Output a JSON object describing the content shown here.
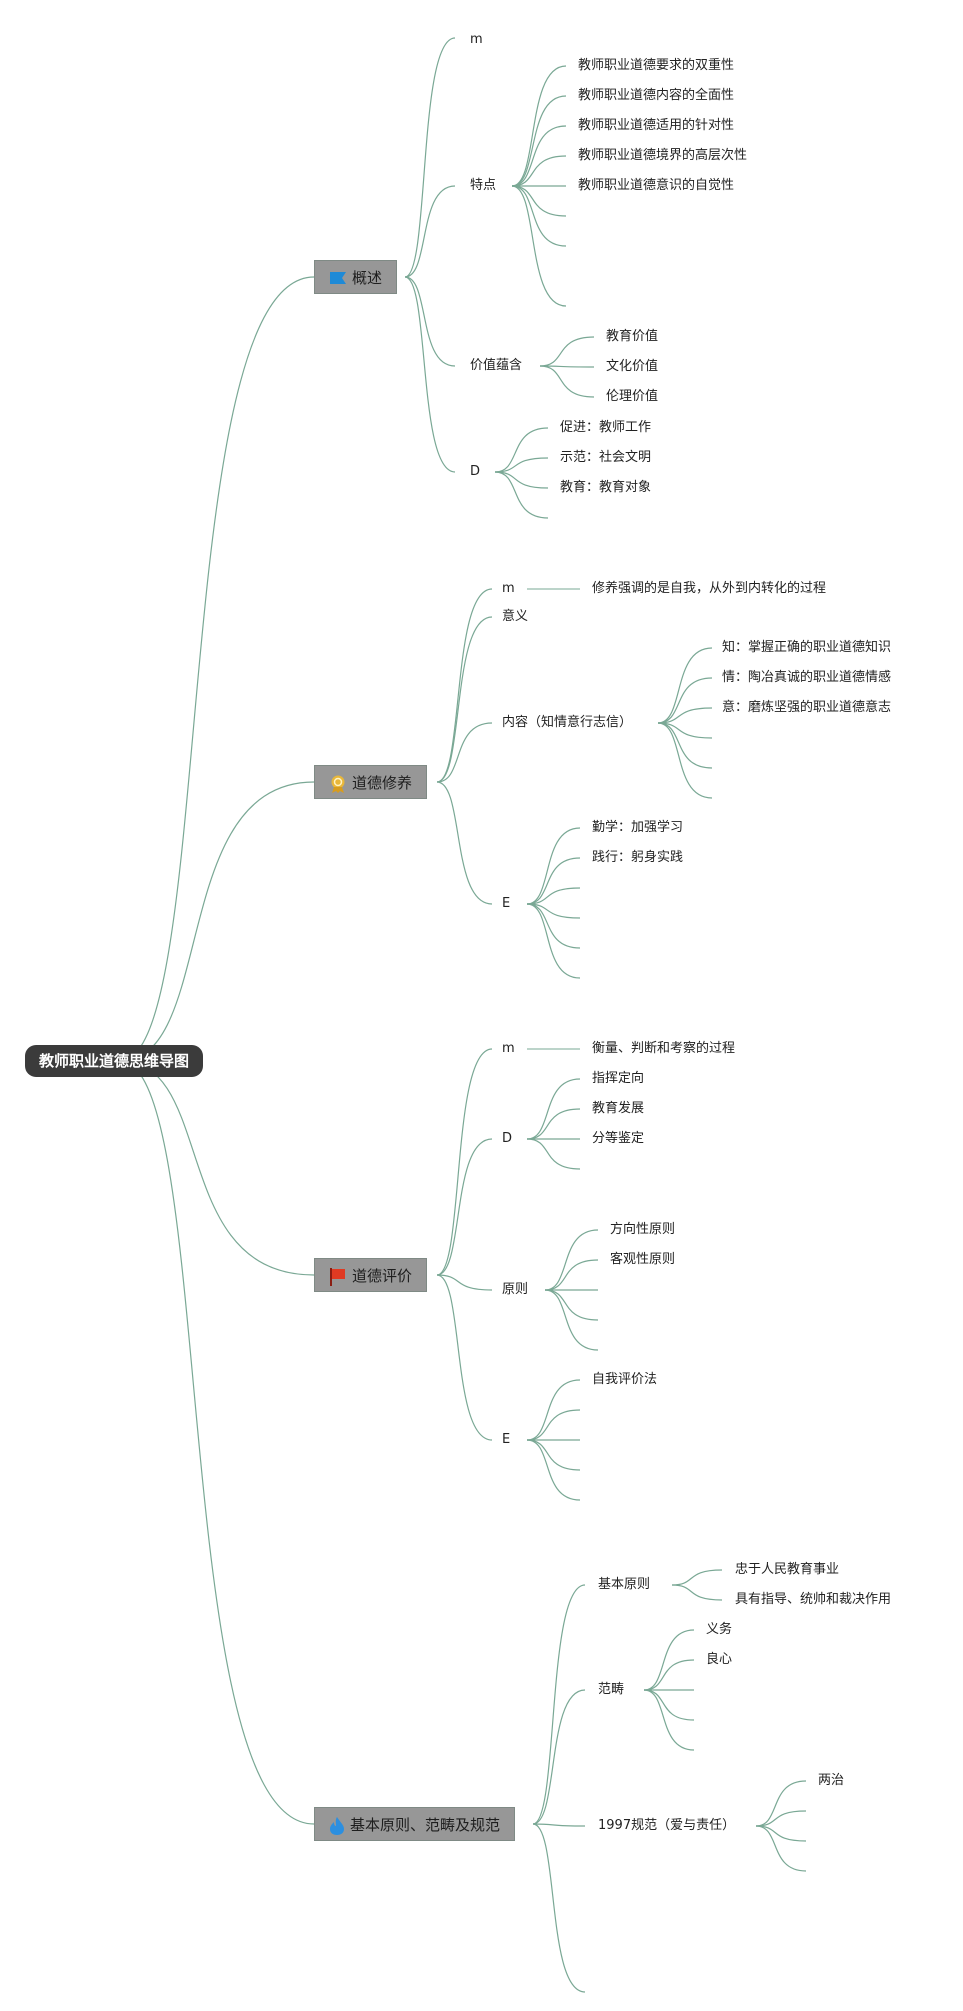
{
  "root": {
    "label": "教师职业道德思维导图"
  },
  "colors": {
    "link": "#7aa895",
    "root_bg": "#3b3b3b",
    "node_bg": "#979797"
  },
  "branches": [
    {
      "label": "概述",
      "icon": "blue-flag-icon",
      "children": [
        {
          "label": "m",
          "children": []
        },
        {
          "label": "特点",
          "children": [
            "教师职业道德要求的双重性",
            "教师职业道德内容的全面性",
            "教师职业道德适用的针对性",
            "教师职业道德境界的高层次性",
            "教师职业道德意识的自觉性",
            "",
            "",
            ""
          ]
        },
        {
          "label": "价值蕴含",
          "children": [
            "教育价值",
            "文化价值",
            "伦理价值"
          ]
        },
        {
          "label": "D",
          "children": [
            "促进：教师工作",
            "示范：社会文明",
            "教育：教育对象",
            ""
          ]
        }
      ]
    },
    {
      "label": "道德修养",
      "icon": "medal-icon",
      "children": [
        {
          "label": "m",
          "children": [
            "修养强调的是自我，从外到内转化的过程"
          ]
        },
        {
          "label": "意义",
          "children": []
        },
        {
          "label": "内容（知情意行志信）",
          "children": [
            "知：掌握正确的职业道德知识",
            "情：陶冶真诚的职业道德情感",
            "意：磨炼坚强的职业道德意志",
            "",
            "",
            ""
          ]
        },
        {
          "label": "E",
          "children": [
            "勤学：加强学习",
            "践行：躬身实践",
            "",
            "",
            ""
          ]
        }
      ]
    },
    {
      "label": "道德评价",
      "icon": "red-flag-icon",
      "children": [
        {
          "label": "m",
          "children": [
            "衡量、判断和考察的过程"
          ]
        },
        {
          "label": "D",
          "children": [
            "指挥定向",
            "教育发展",
            "分等鉴定",
            ""
          ]
        },
        {
          "label": "原则",
          "children": [
            "方向性原则",
            "客观性原则",
            "",
            ""
          ]
        },
        {
          "label": "E",
          "children": [
            "自我评价法",
            "",
            "",
            ""
          ]
        }
      ]
    },
    {
      "label": "基本原则、范畴及规范",
      "icon": "flame-icon",
      "children": [
        {
          "label": "基本原则",
          "children": [
            "忠于人民教育事业",
            "具有指导、统帅和裁决作用"
          ]
        },
        {
          "label": "范畴",
          "children": [
            "义务",
            "良心",
            "",
            "",
            ""
          ]
        },
        {
          "label": "1997规范（爱与责任）",
          "children": [
            "两治",
            "",
            ""
          ]
        },
        {
          "label": "",
          "children": []
        }
      ]
    }
  ]
}
